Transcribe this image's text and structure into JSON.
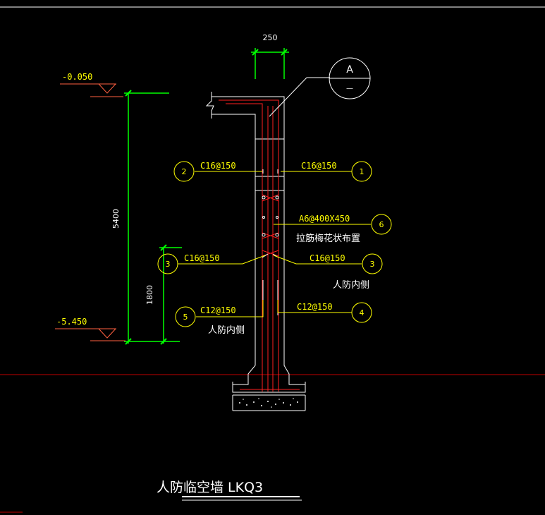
{
  "colors": {
    "background": "#000000",
    "wall_outline": "#ffffff",
    "rebar": "#ff2020",
    "dimension": "#00ff00",
    "leader": "#ffff00",
    "ground_line": "#c00000"
  },
  "dimensions": {
    "wall_thickness": "250",
    "total_height": "5400",
    "lower_height": "1800"
  },
  "elevations": {
    "top": "-0.050",
    "bottom": "-5.450"
  },
  "detail_marker": {
    "label": "A",
    "sub": "—"
  },
  "callouts": [
    {
      "number": "2",
      "rebar": "C16@150"
    },
    {
      "number": "1",
      "rebar": "C16@150"
    },
    {
      "number": "6",
      "rebar": "A6@400X450"
    },
    {
      "number": "3",
      "rebar": "C16@150"
    },
    {
      "number": "3",
      "rebar": "C16@150"
    },
    {
      "number": "5",
      "rebar": "C12@150"
    },
    {
      "number": "4",
      "rebar": "C12@150"
    }
  ],
  "notes": {
    "tie_arrangement": "拉筋梅花状布置",
    "civil_defense_inner_right": "人防内侧",
    "civil_defense_inner_left": "人防内侧"
  },
  "title": "人防临空墙 LKQ3"
}
